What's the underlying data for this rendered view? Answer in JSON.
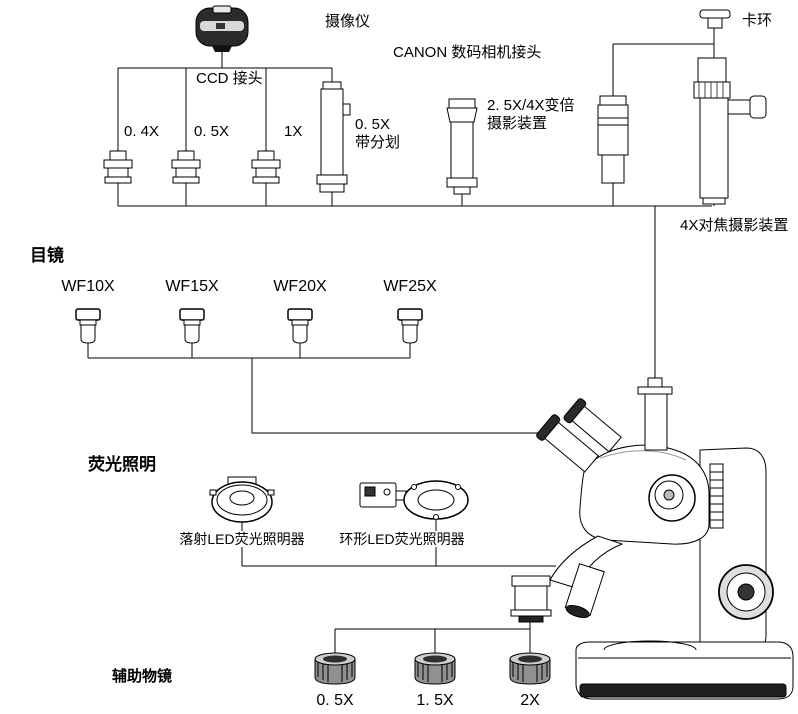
{
  "labels": {
    "camera": "摄像仪",
    "canon_adapter": "CANON 数码相机接头",
    "snap_ring": "卡环",
    "ccd_adapter": "CCD 接头",
    "adapter_04x": "0. 4X",
    "adapter_05x": "0. 5X",
    "adapter_1x": "1X",
    "reticle_line1": "0. 5X",
    "reticle_line2": "带分划",
    "zoom_device_line1": "2. 5X/4X变倍",
    "zoom_device_line2": "摄影装置",
    "focus_device": "4X对焦摄影装置",
    "eyepiece_header": "目镜",
    "eyepieces": [
      "WF10X",
      "WF15X",
      "WF20X",
      "WF25X"
    ],
    "fluorescent_header": "荧光照明",
    "epi_illuminator": "落射LED荧光照明器",
    "ring_illuminator": "环形LED荧光照明器",
    "aux_header": "辅助物镜",
    "aux_lenses": [
      "0. 5X",
      "1. 5X",
      "2X"
    ]
  },
  "colors": {
    "line": "#000000",
    "dark_fill": "#262626",
    "background": "#ffffff"
  }
}
